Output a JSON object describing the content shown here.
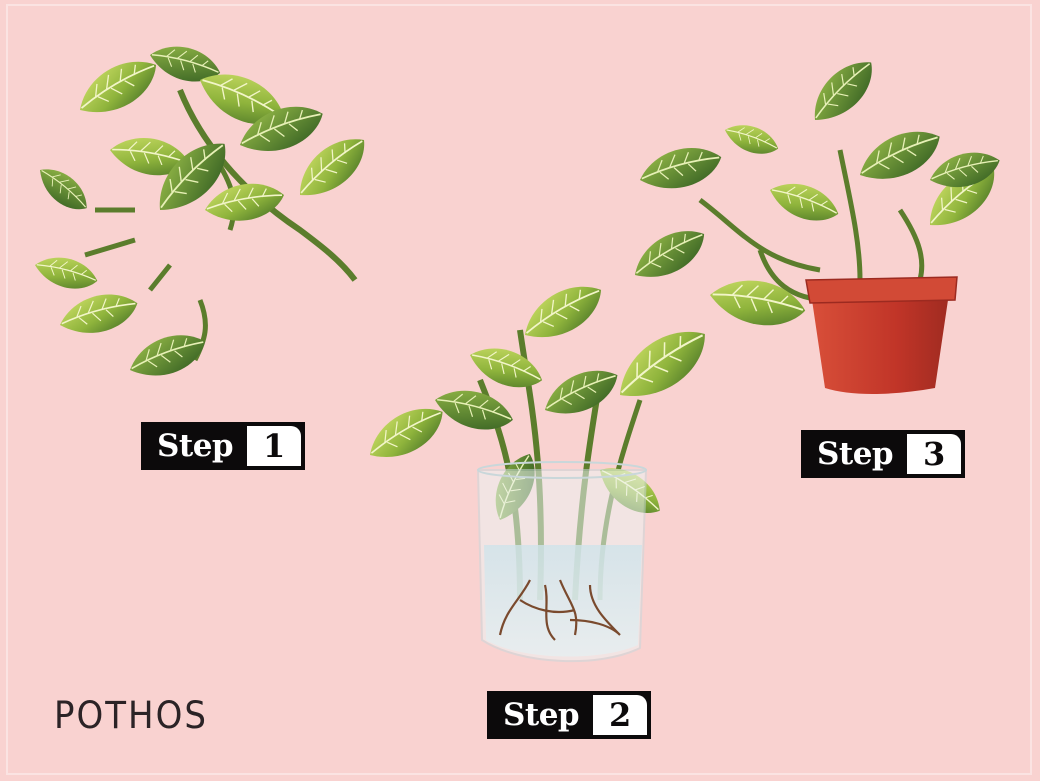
{
  "steps": [
    {
      "word": "Step",
      "number": "1"
    },
    {
      "word": "Step",
      "number": "2"
    },
    {
      "word": "Step",
      "number": "3"
    }
  ],
  "caption": "POTHOS",
  "colors": {
    "background": "#f9d2d0",
    "leaf_dark": "#4f7a2b",
    "leaf_light": "#c7dd5a",
    "pot": "#c73a2c",
    "label_bg": "#0c0a0b"
  }
}
